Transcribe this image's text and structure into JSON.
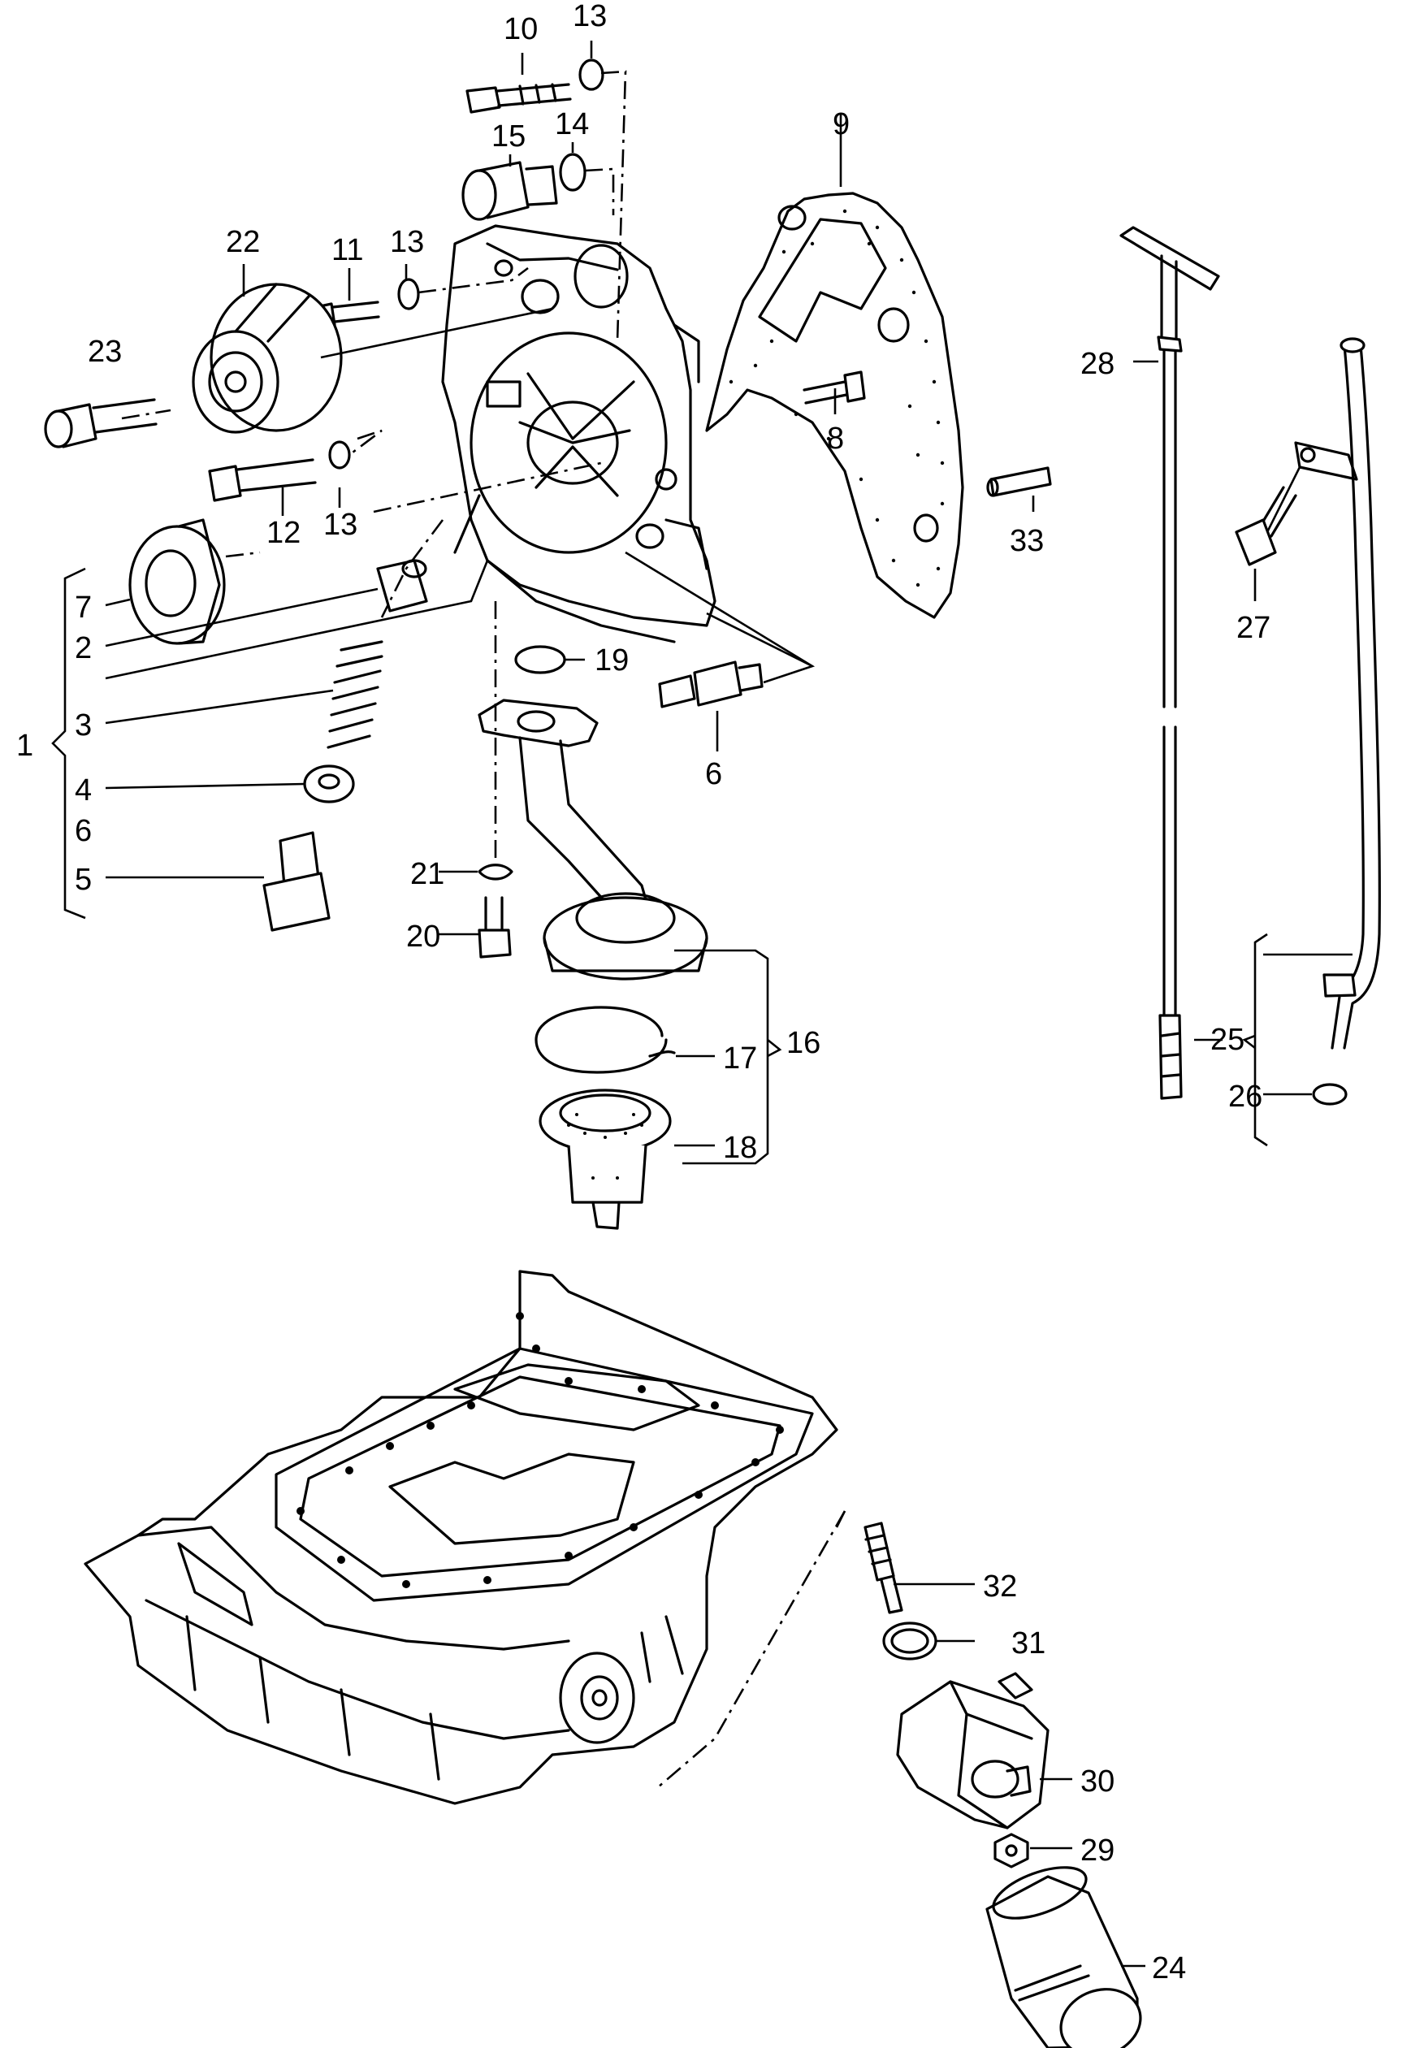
{
  "callouts": {
    "c1": "1",
    "c2": "2",
    "c3": "3",
    "c4": "4",
    "c5": "5",
    "c6a": "6",
    "c6b": "6",
    "c7": "7",
    "c8": "8",
    "c9": "9",
    "c10": "10",
    "c11": "11",
    "c12": "12",
    "c13a": "13",
    "c13b": "13",
    "c13c": "13",
    "c14": "14",
    "c15": "15",
    "c16": "16",
    "c17": "17",
    "c18": "18",
    "c19": "19",
    "c20": "20",
    "c21": "21",
    "c22": "22",
    "c23": "23",
    "c24": "24",
    "c25": "25",
    "c26": "26",
    "c27": "27",
    "c28": "28",
    "c29": "29",
    "c30": "30",
    "c31": "31",
    "c32": "32",
    "c33": "33"
  }
}
